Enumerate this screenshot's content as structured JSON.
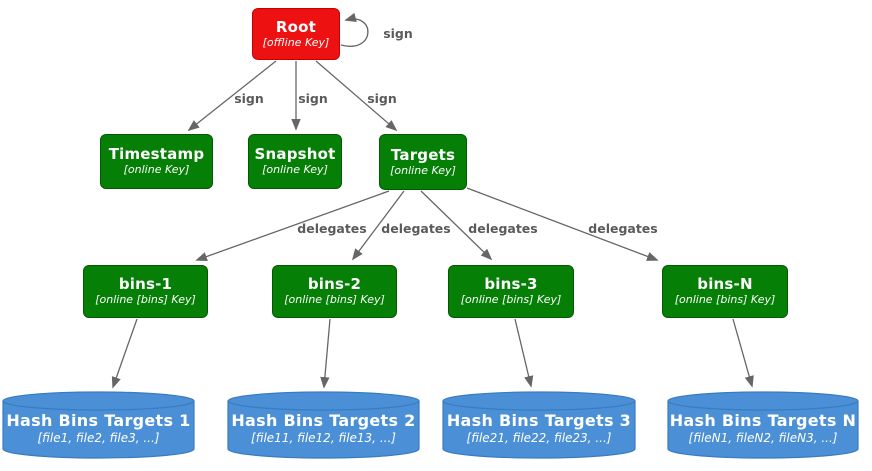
{
  "nodes": {
    "root": {
      "title": "Root",
      "subtitle": "[offline Key]"
    },
    "timestamp": {
      "title": "Timestamp",
      "subtitle": "[online Key]"
    },
    "snapshot": {
      "title": "Snapshot",
      "subtitle": "[online Key]"
    },
    "targets": {
      "title": "Targets",
      "subtitle": "[online Key]"
    },
    "bins1": {
      "title": "bins-1",
      "subtitle": "[online [bins] Key]"
    },
    "bins2": {
      "title": "bins-2",
      "subtitle": "[online [bins] Key]"
    },
    "bins3": {
      "title": "bins-3",
      "subtitle": "[online [bins] Key]"
    },
    "binsN": {
      "title": "bins-N",
      "subtitle": "[online [bins] Key]"
    },
    "hashbins1": {
      "title": "Hash Bins Targets 1",
      "subtitle": "[file1, file2, file3, ...]"
    },
    "hashbins2": {
      "title": "Hash Bins Targets 2",
      "subtitle": "[file11, file12, file13, ...]"
    },
    "hashbins3": {
      "title": "Hash Bins Targets 3",
      "subtitle": "[file21, file22, file23, ...]"
    },
    "hashbinsN": {
      "title": "Hash Bins Targets N",
      "subtitle": "[fileN1, fileN2, fileN3, ...]"
    }
  },
  "edge_labels": {
    "sign": "sign",
    "delegates": "delegates"
  },
  "colors": {
    "root_fill": "#ee1111",
    "role_fill": "#067f06",
    "bin_fill": "#4b90d6",
    "edge": "#666666",
    "label_text": "#5b5b5b"
  }
}
